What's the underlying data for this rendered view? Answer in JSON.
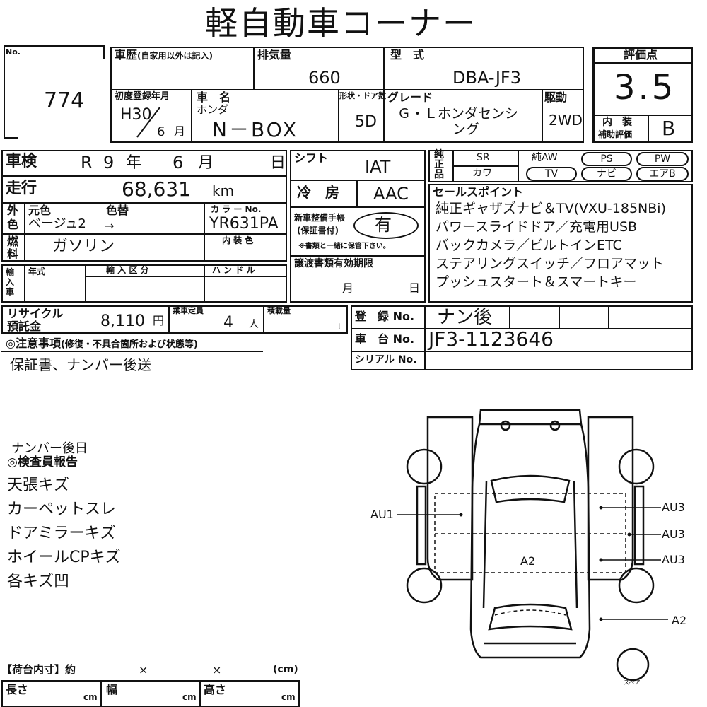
{
  "header": {
    "title": "軽自動車コーナー"
  },
  "lot": {
    "no_label": "No.",
    "number": "774"
  },
  "history": {
    "label": "車歴",
    "note": "(自家用以外は記入)"
  },
  "displacement": {
    "label": "排気量",
    "value": "660"
  },
  "model": {
    "label": "型　式",
    "value": "DBA-JF3"
  },
  "score": {
    "label": "評価点",
    "value": "3.5",
    "interior_label": "内　装",
    "interior_sub": "補助評価",
    "interior_value": "B"
  },
  "first_reg": {
    "label": "初度登録年月",
    "year": "H30",
    "month": "6",
    "month_unit": "月"
  },
  "car_name": {
    "label": "車　名",
    "maker": "ホンダ",
    "name": "N－BOX"
  },
  "doors": {
    "label": "形状・ドア数",
    "value": "5D"
  },
  "grade": {
    "label": "グレード",
    "line1": "Ｇ・Ｌホンダセンシ",
    "line2": "ング"
  },
  "drive": {
    "label": "駆動",
    "value": "2WD"
  },
  "inspection": {
    "label": "車検",
    "era": "R",
    "year": "9",
    "year_unit": "年",
    "month": "6",
    "month_unit": "月",
    "day_unit": "日"
  },
  "mileage": {
    "label": "走行",
    "value": "68,631",
    "unit": "km"
  },
  "color": {
    "side1": "外",
    "side2": "色",
    "orig_label": "元色",
    "change_label": "色替",
    "orig_value": "ベージュ2",
    "arrow": "→",
    "code_label": "カ ラ ー No.",
    "code_value": "YR631PA",
    "interior_color_label": "内 装 色"
  },
  "fuel": {
    "side1": "燃",
    "side2": "料",
    "value": "ガソリン"
  },
  "import": {
    "side": "輸入車",
    "year_label": "年式",
    "type_label": "輸 入 区 分",
    "handle_label": "ハ ン ド ル"
  },
  "shift": {
    "label": "シフト",
    "value": "IAT"
  },
  "ac": {
    "label": "冷　房",
    "value": "AAC"
  },
  "warranty": {
    "label1": "新車整備手帳",
    "label2": "(保証書付)",
    "value": "有",
    "note": "※書類と一緒に保管下さい。"
  },
  "transfer": {
    "label": "譲渡書類有効期限",
    "month_unit": "月",
    "day_unit": "日"
  },
  "equipment": {
    "side": "純正品",
    "sr": "SR",
    "aw": "純AW",
    "ps": "PS",
    "pw": "PW",
    "kawa": "カワ",
    "tv": "TV",
    "navi": "ナビ",
    "ac": "エアB"
  },
  "sales_points": {
    "label": "セールスポイント",
    "lines": [
      "純正ギャザズナビ＆TV(VXU-185NBi)",
      "パワースライドドア／充電用USB",
      "バックカメラ／ビルトインETC",
      "ステアリングスイッチ／フロアマット",
      "プッシュスタート＆スマートキー"
    ]
  },
  "recycle": {
    "label1": "リサイクル",
    "label2": "預託金",
    "value": "8,110",
    "unit": "円"
  },
  "capacity": {
    "label": "乗車定員",
    "value": "4",
    "unit": "人"
  },
  "load": {
    "label": "積載量",
    "unit": "t"
  },
  "registration": {
    "label": "登　録 No.",
    "value": "ナン後"
  },
  "chassis": {
    "label": "車　台 No.",
    "value": "JF3-1123646"
  },
  "serial": {
    "label": "シリアル No."
  },
  "notes": {
    "label": "◎注意事項",
    "sub": "(修復・不具合箇所および状態等)",
    "text": "保証書、ナンバー後送"
  },
  "report": {
    "pre": "ナンバー後日",
    "label": "◎検査員報告",
    "lines": [
      "天張キズ",
      "カーペットスレ",
      "ドアミラーキズ",
      "ホイールCPキズ",
      "各キズ凹"
    ]
  },
  "diagram": {
    "au1": "AU1",
    "a2_center": "A2",
    "au3_a": "AU3",
    "au3_b": "AU3",
    "au3_c": "AU3",
    "a2_right": "A2",
    "spare": "スペア"
  },
  "cargo": {
    "label": "【荷台内寸】約",
    "x1": "×",
    "x2": "×",
    "unit": "(cm)",
    "length": "長さ",
    "width": "幅",
    "height": "高さ",
    "cm": "cm"
  }
}
